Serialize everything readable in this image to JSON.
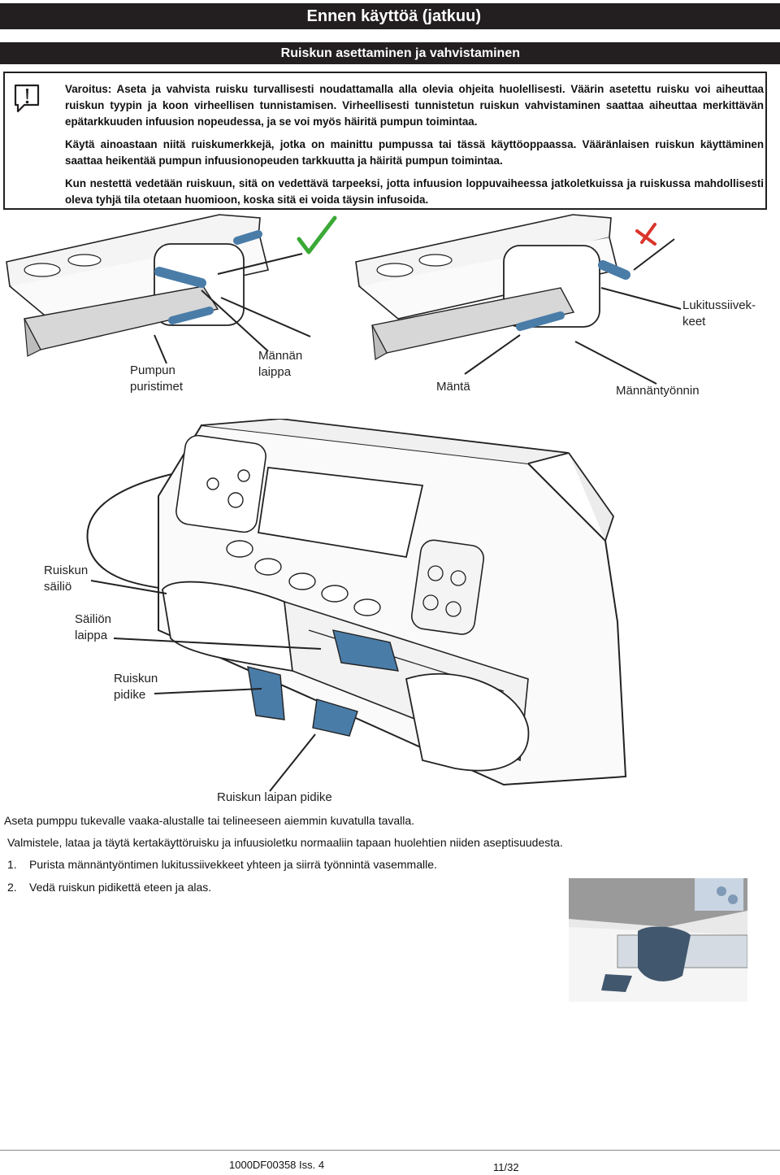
{
  "header": {
    "title": "Ennen käyttöä (jatkuu)",
    "subtitle": "Ruiskun asettaminen ja vahvistaminen"
  },
  "warning": {
    "p1": "Varoitus: Aseta ja vahvista ruisku turvallisesti noudattamalla alla olevia ohjeita huolellisesti. Väärin asetettu ruisku voi aiheuttaa ruiskun tyypin ja koon virheellisen tunnistamisen. Virheellisesti tunnistetun ruiskun vahvistaminen saattaa aiheuttaa merkittävän epätarkkuuden infuusion nopeudessa, ja se voi myös häiritä pumpun toimintaa.",
    "p2": "Käytä ainoastaan niitä ruiskumerkkejä, jotka on mainittu pumpussa tai tässä käyttöoppaassa. Vääränlaisen ruiskun käyttäminen saattaa heikentää pumpun infuusionopeuden tarkkuutta ja häiritä pumpun toimintaa.",
    "p3": "Kun nestettä vedetään ruiskuun, sitä on vedettävä tarpeeksi, jotta infuusion loppuvaiheessa jatkoletkuissa ja ruiskussa mahdollisesti oleva tyhjä tila otetaan huomioon, koska sitä ei voida täysin infusoida."
  },
  "figure_labels": {
    "lukitus_1": "Lukitussiivek-",
    "lukitus_2": "keet",
    "pumpun_1": "Pumpun",
    "pumpun_2": "puristimet",
    "mannan_1": "Männän",
    "mannan_2": "laippa",
    "manta": "Mäntä",
    "mannantyonnin": "Männäntyönnin",
    "sailio_1": "Ruiskun",
    "sailio_2": "säiliö",
    "sailion_1": "Säiliön",
    "sailion_2": "laippa",
    "pidike_1": "Ruiskun",
    "pidike_2": "pidike",
    "laipan_pidike": "Ruiskun laipan pidike"
  },
  "instructions": {
    "line1": "Aseta pumppu tukevalle vaaka-alustalle tai telineeseen aiemmin kuvatulla tavalla.",
    "line2": "Valmistele, lataa ja täytä kertakäyttöruisku ja infuusioletku normaaliin tapaan huolehtien niiden aseptisuudesta.",
    "step1_num": "1.",
    "step1": "Purista männäntyöntimen lukitussiivekkeet yhteen ja siirrä työnnintä vasemmalle.",
    "step2_num": "2.",
    "step2": "Vedä ruiskun pidikettä eteen ja alas."
  },
  "footer": {
    "doc_id": "1000DF00358 Iss. 4",
    "page": "11/32"
  },
  "colors": {
    "header_bg": "#231f20",
    "accent_blue": "#4a7ca8",
    "check_green": "#3aa935",
    "cross_red": "#d9342b"
  },
  "icons": {
    "warning": "warning-exclamation-icon",
    "correct": "check-mark-icon",
    "incorrect": "cross-mark-icon"
  }
}
